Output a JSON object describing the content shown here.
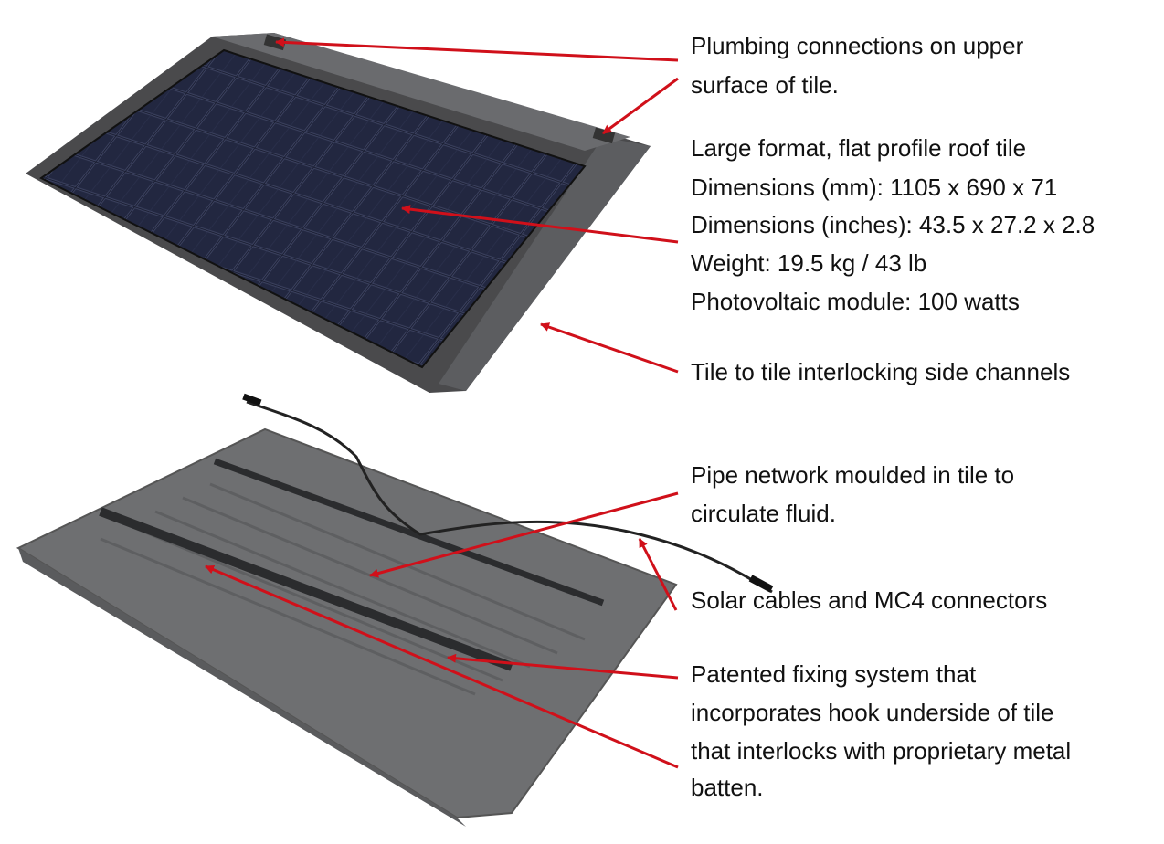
{
  "colors": {
    "arrow": "#d0101a",
    "panel": "#1b1f33",
    "frame": "#4a4a4c",
    "tile_grey": "#6e6f71"
  },
  "annotations": {
    "plumbing": [
      "Plumbing connections on upper",
      "surface of tile."
    ],
    "specs": [
      "Large format, flat profile roof tile",
      "Dimensions (mm): 1105 x 690 x 71",
      "Dimensions (inches): 43.5 x 27.2 x 2.8",
      "Weight: 19.5 kg / 43 lb",
      "Photovoltaic module: 100 watts"
    ],
    "channels": "Tile to tile interlocking side channels",
    "pipe": [
      "Pipe network moulded in tile to",
      "circulate fluid."
    ],
    "cables": "Solar cables and MC4 connectors",
    "fixing": [
      "Patented fixing system that",
      "incorporates hook underside of tile",
      "that interlocks with proprietary metal",
      "batten."
    ]
  }
}
